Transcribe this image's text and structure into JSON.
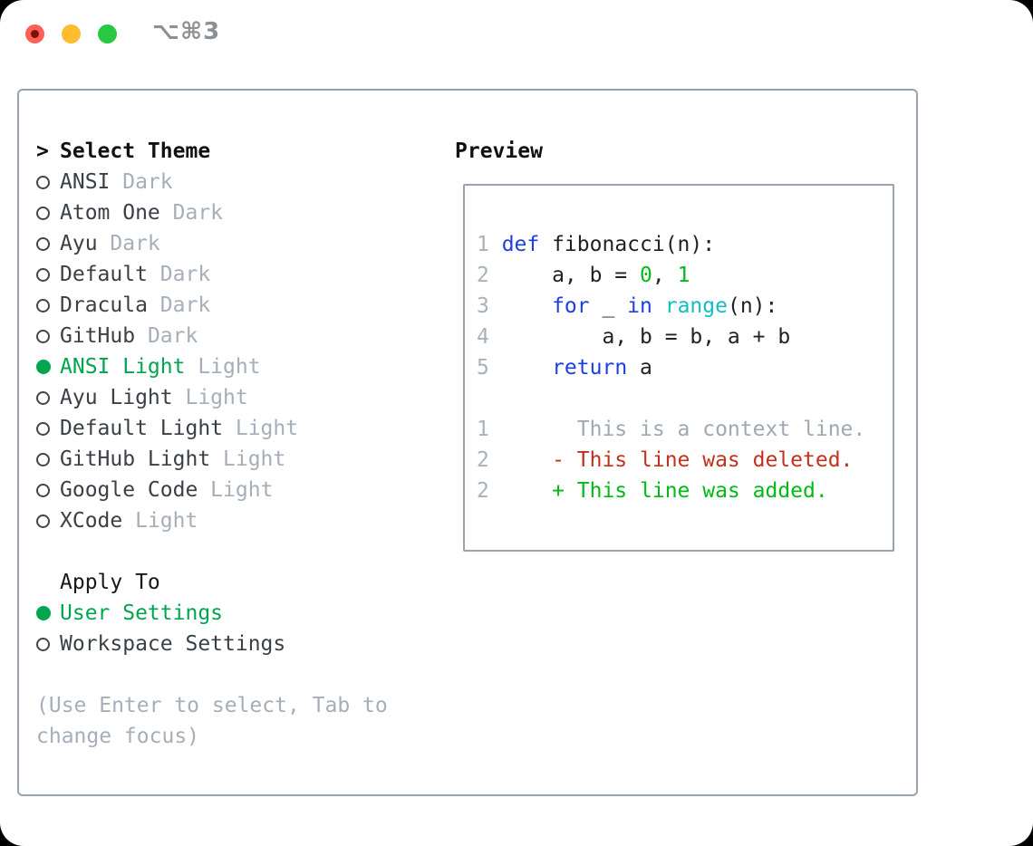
{
  "window": {
    "title": "⌥⌘3"
  },
  "theme_picker": {
    "prompt": ">",
    "header": "Select Theme",
    "items": [
      {
        "name": "ANSI",
        "variant": "Dark",
        "selected": false
      },
      {
        "name": "Atom One",
        "variant": "Dark",
        "selected": false
      },
      {
        "name": "Ayu",
        "variant": "Dark",
        "selected": false
      },
      {
        "name": "Default",
        "variant": "Dark",
        "selected": false
      },
      {
        "name": "Dracula",
        "variant": "Dark",
        "selected": false
      },
      {
        "name": "GitHub",
        "variant": "Dark",
        "selected": false
      },
      {
        "name": "ANSI Light",
        "variant": "Light",
        "selected": true
      },
      {
        "name": "Ayu Light",
        "variant": "Light",
        "selected": false
      },
      {
        "name": "Default Light",
        "variant": "Light",
        "selected": false
      },
      {
        "name": "GitHub Light",
        "variant": "Light",
        "selected": false
      },
      {
        "name": "Google Code",
        "variant": "Light",
        "selected": false
      },
      {
        "name": "XCode",
        "variant": "Light",
        "selected": false
      }
    ]
  },
  "apply_to": {
    "header": "Apply To",
    "options": [
      {
        "label": "User Settings",
        "selected": true
      },
      {
        "label": "Workspace Settings",
        "selected": false
      }
    ]
  },
  "footer_hint": "(Use Enter to select, Tab to change focus)",
  "preview": {
    "header": "Preview",
    "code_lines": [
      {
        "num": "1",
        "tokens": [
          {
            "t": "def",
            "c": "kw"
          },
          {
            "t": " fibonacci(n):",
            "c": "fg"
          }
        ]
      },
      {
        "num": "2",
        "tokens": [
          {
            "t": "    a, b = ",
            "c": "fg"
          },
          {
            "t": "0",
            "c": "num"
          },
          {
            "t": ", ",
            "c": "fg"
          },
          {
            "t": "1",
            "c": "num"
          }
        ]
      },
      {
        "num": "3",
        "tokens": [
          {
            "t": "    ",
            "c": "fg"
          },
          {
            "t": "for",
            "c": "kw"
          },
          {
            "t": " _ ",
            "c": "fg"
          },
          {
            "t": "in",
            "c": "kw"
          },
          {
            "t": " ",
            "c": "fg"
          },
          {
            "t": "range",
            "c": "fn"
          },
          {
            "t": "(n):",
            "c": "fg"
          }
        ]
      },
      {
        "num": "4",
        "tokens": [
          {
            "t": "        a, b = b, a + b",
            "c": "fg"
          }
        ]
      },
      {
        "num": "5",
        "tokens": [
          {
            "t": "    ",
            "c": "fg"
          },
          {
            "t": "return",
            "c": "kw"
          },
          {
            "t": " a",
            "c": "fg"
          }
        ]
      }
    ],
    "diff_lines": [
      {
        "num": "1",
        "type": "context",
        "text": "      This is a context line."
      },
      {
        "num": "2",
        "type": "deleted",
        "text": "    - This line was deleted."
      },
      {
        "num": "2",
        "type": "added",
        "text": "    + This line was added."
      }
    ]
  },
  "colors": {
    "selection_green": "#00a550",
    "keyword_blue": "#1e3ee0",
    "function_cyan": "#12bec8",
    "number_green": "#00bb16",
    "added_green": "#00bb16",
    "deleted_red": "#c5301c",
    "muted_gray": "#a6aeb9",
    "panel_border": "#99a3af",
    "close_red": "#ff5f57",
    "minimize_yellow": "#febc2e",
    "zoom_green": "#28c840"
  }
}
